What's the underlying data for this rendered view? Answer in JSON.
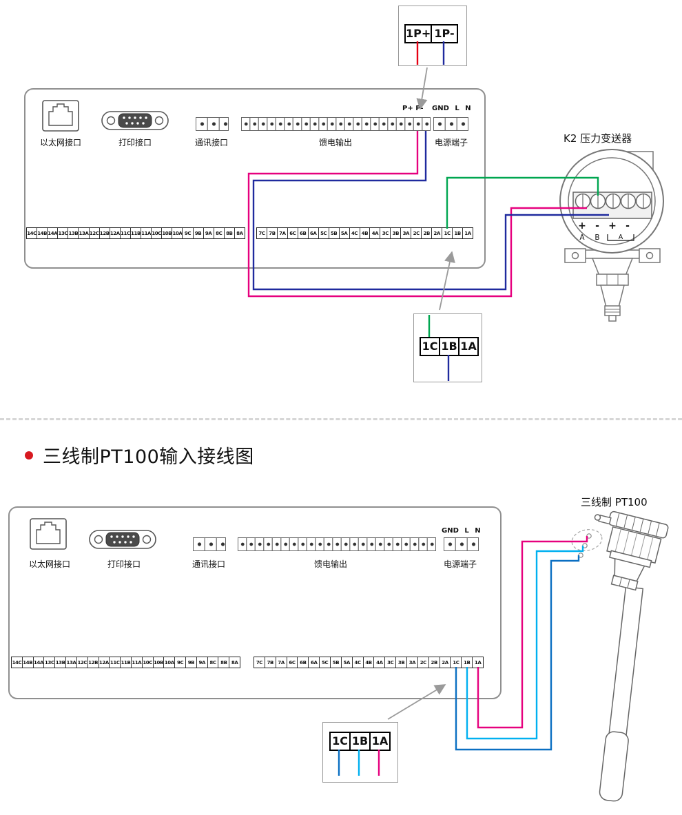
{
  "colors": {
    "red": "#e60012",
    "navy": "#1f2a9e",
    "magenta": "#e6007e",
    "green": "#00a650",
    "cyan": "#00b0f0",
    "blue": "#0a6fc2",
    "arrow_gray": "#9a9a9a"
  },
  "panel_labels": {
    "ethernet": "以太网接口",
    "printer": "打印接口",
    "comm": "通讯接口",
    "feed": "馈电输出",
    "power": "电源端子"
  },
  "strips": {
    "left": [
      "14C",
      "14B",
      "14A",
      "13C",
      "13B",
      "13A",
      "12C",
      "12B",
      "12A",
      "11C",
      "11B",
      "11A",
      "10C",
      "10B",
      "10A",
      "9C",
      "9B",
      "9A",
      "8C",
      "8B",
      "8A"
    ],
    "right": [
      "7C",
      "7B",
      "7A",
      "6C",
      "6B",
      "6A",
      "5C",
      "5B",
      "5A",
      "4C",
      "4B",
      "4A",
      "3C",
      "3B",
      "3A",
      "2C",
      "2B",
      "2A",
      "1C",
      "1B",
      "1A"
    ]
  },
  "top_diagram": {
    "box_top": {
      "cells": [
        "1P+",
        "1P-"
      ]
    },
    "box_bottom": {
      "cells": [
        "1C",
        "1B",
        "1A"
      ]
    },
    "pins_feed": "P+ P-",
    "pins_power": "GND L N",
    "transmitter": {
      "title": "K2  压力变送器",
      "polarity": [
        "+",
        "-",
        "+",
        "-"
      ],
      "ab": [
        "A",
        "B"
      ],
      "bracket_label": "A"
    }
  },
  "section_title": {
    "text": "三线制PT100输入接线图"
  },
  "bottom_diagram": {
    "pins_power": "GND L N",
    "sensor_title": "三线制  PT100",
    "box": {
      "cells": [
        "1C",
        "1B",
        "1A"
      ]
    }
  }
}
